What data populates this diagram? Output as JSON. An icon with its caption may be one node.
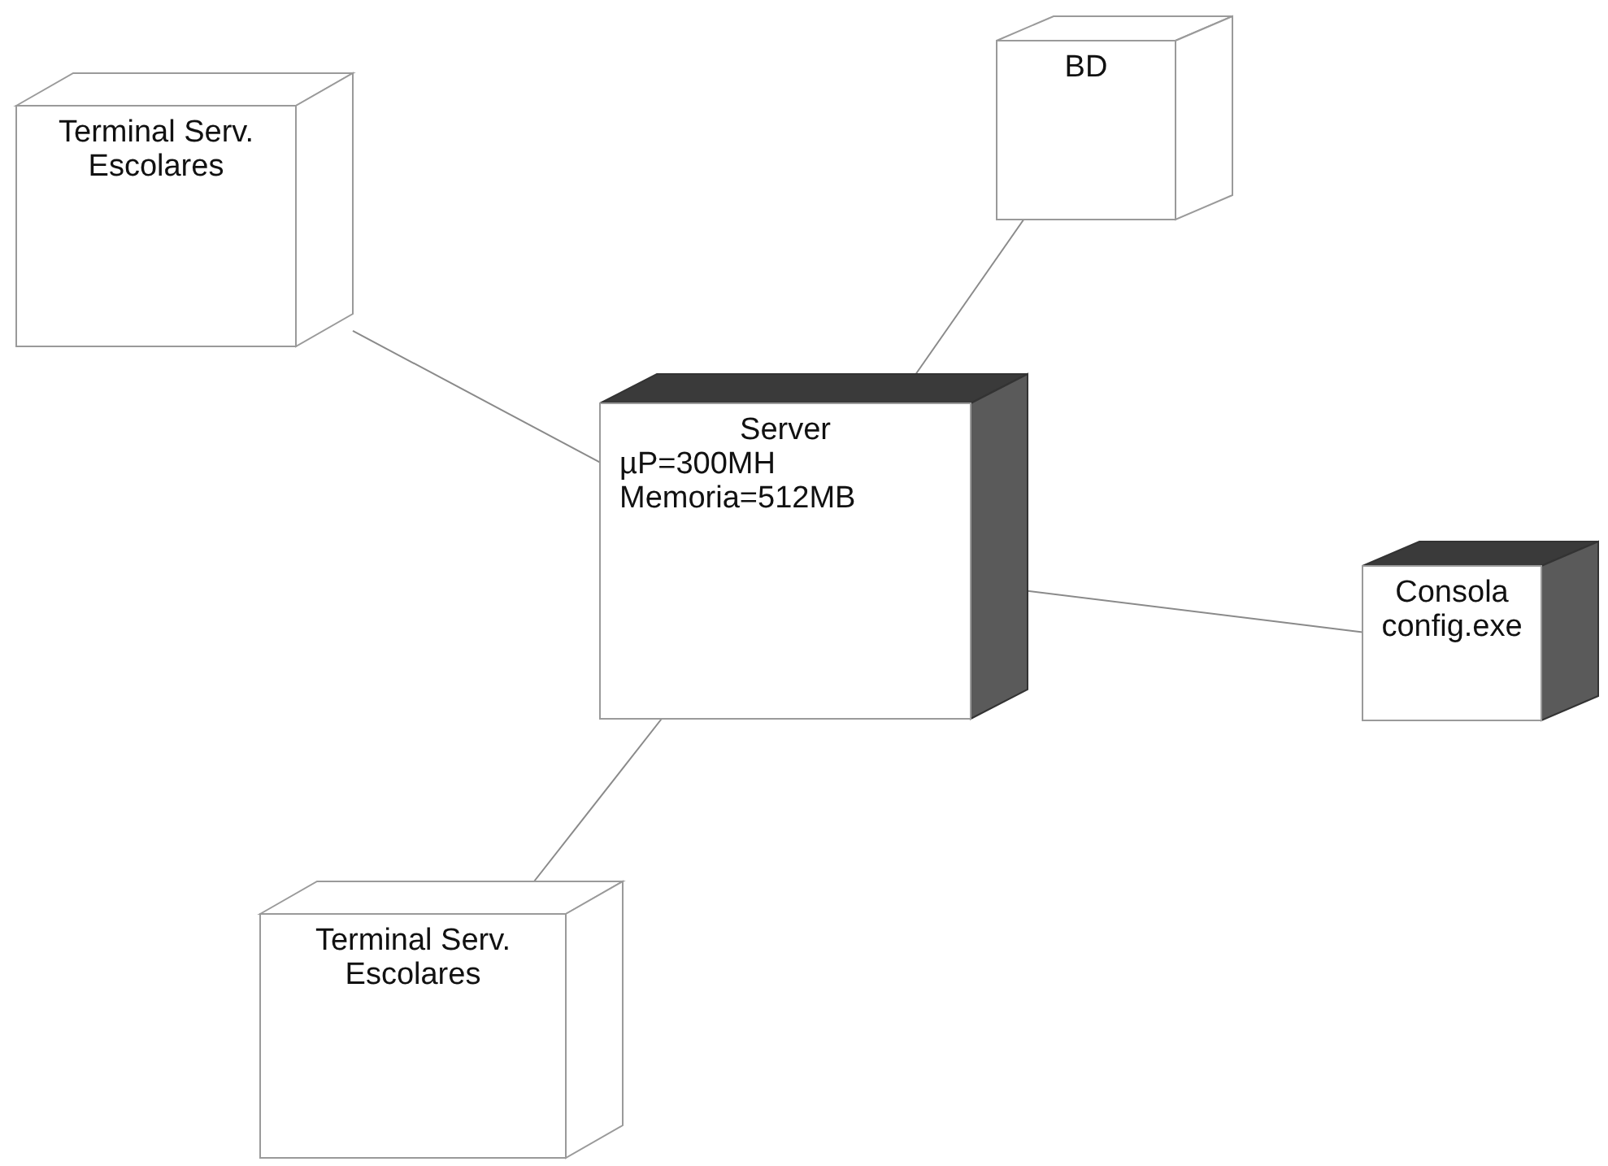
{
  "diagram": {
    "nodes": [
      {
        "text": [
          "Terminal Serv. Escolares"
        ]
      },
      {
        "text": [
          "BD"
        ]
      },
      {
        "text": [
          "Server",
          "µP=300MH",
          "Memoria=512MB"
        ]
      },
      {
        "text": [
          "Consola config.exe"
        ]
      },
      {
        "text": [
          "Terminal Serv. Escolares"
        ]
      }
    ],
    "edges": [
      {
        "from": 0,
        "to": 2,
        "arrow": "none"
      },
      {
        "from": 1,
        "to": 2,
        "arrow": "none"
      },
      {
        "from": 2,
        "to": 3,
        "arrow": "none"
      },
      {
        "from": 2,
        "to": 4,
        "arrow": "none"
      }
    ]
  }
}
